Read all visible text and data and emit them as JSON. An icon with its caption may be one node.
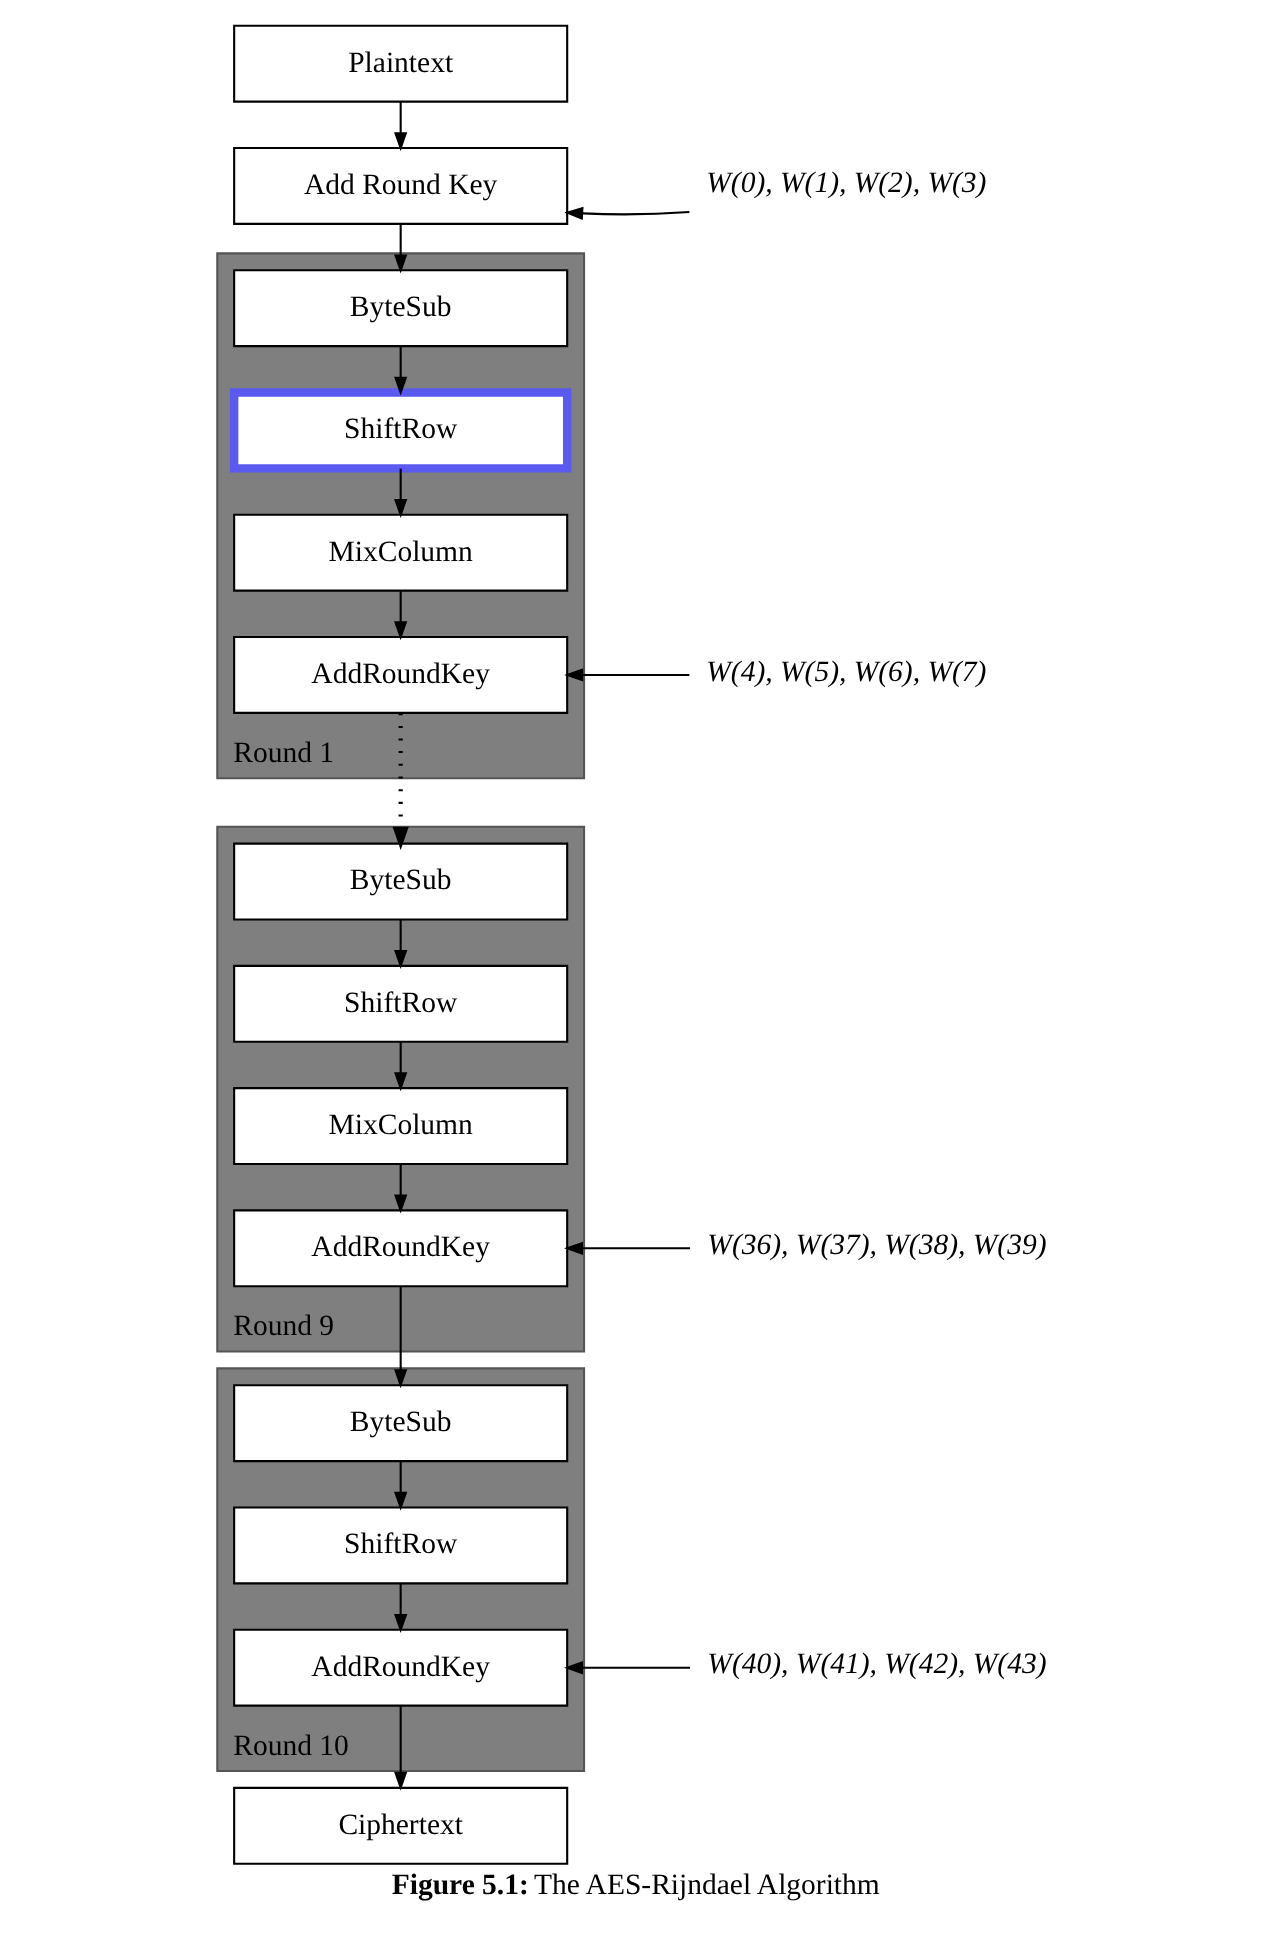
{
  "diagram": {
    "caption": "**Figure 5.1:** The AES-Rijndael Algorithm",
    "nodes": [
      {
        "text": [
          "Plaintext"
        ]
      },
      {
        "text": [
          "Add Round Key"
        ]
      },
      {
        "text": [
          "W(0), W(1), W(2), W(3)"
        ]
      },
      {
        "text": [
          "Round 1"
        ]
      },
      {
        "text": [
          "ByteSub"
        ],
        "in": 3
      },
      {
        "text": [
          "ShiftRow"
        ],
        "in": 3
      },
      {
        "text": [
          "MixColumn"
        ],
        "in": 3
      },
      {
        "text": [
          "AddRoundKey"
        ],
        "in": 3
      },
      {
        "text": [
          "W(4), W(5), W(6), W(7)"
        ]
      },
      {
        "text": [
          "Round 9"
        ]
      },
      {
        "text": [
          "ByteSub"
        ],
        "in": 9
      },
      {
        "text": [
          "ShiftRow"
        ],
        "in": 9
      },
      {
        "text": [
          "MixColumn"
        ],
        "in": 9
      },
      {
        "text": [
          "AddRoundKey"
        ],
        "in": 9
      },
      {
        "text": [
          "W(36), W(37), W(38), W(39)"
        ]
      },
      {
        "text": [
          "Round 10"
        ]
      },
      {
        "text": [
          "ByteSub"
        ],
        "in": 15
      },
      {
        "text": [
          "ShiftRow"
        ],
        "in": 15
      },
      {
        "text": [
          "AddRoundKey"
        ],
        "in": 15
      },
      {
        "text": [
          "W(40), W(41), W(42), W(43)"
        ]
      },
      {
        "text": [
          "Ciphertext"
        ]
      }
    ],
    "edges": [
      {
        "from": 0,
        "to": 1,
        "arrow": "to"
      },
      {
        "from": 2,
        "to": 1,
        "arrow": "to"
      },
      {
        "from": 1,
        "to": 4,
        "arrow": "to"
      },
      {
        "from": 4,
        "to": 5,
        "arrow": "to"
      },
      {
        "from": 5,
        "to": 6,
        "arrow": "to"
      },
      {
        "from": 6,
        "to": 7,
        "arrow": "to"
      },
      {
        "from": 8,
        "to": 7,
        "arrow": "to"
      },
      {
        "from": 7,
        "to": 10,
        "arrow": "to",
        "style": "dashed"
      },
      {
        "from": 10,
        "to": 11,
        "arrow": "to"
      },
      {
        "from": 11,
        "to": 12,
        "arrow": "to"
      },
      {
        "from": 12,
        "to": 13,
        "arrow": "to"
      },
      {
        "from": 14,
        "to": 13,
        "arrow": "to"
      },
      {
        "from": 13,
        "to": 16,
        "arrow": "to"
      },
      {
        "from": 16,
        "to": 17,
        "arrow": "to"
      },
      {
        "from": 17,
        "to": 18,
        "arrow": "to"
      },
      {
        "from": 19,
        "to": 18,
        "arrow": "to"
      },
      {
        "from": 18,
        "to": 20,
        "arrow": "to"
      }
    ]
  }
}
